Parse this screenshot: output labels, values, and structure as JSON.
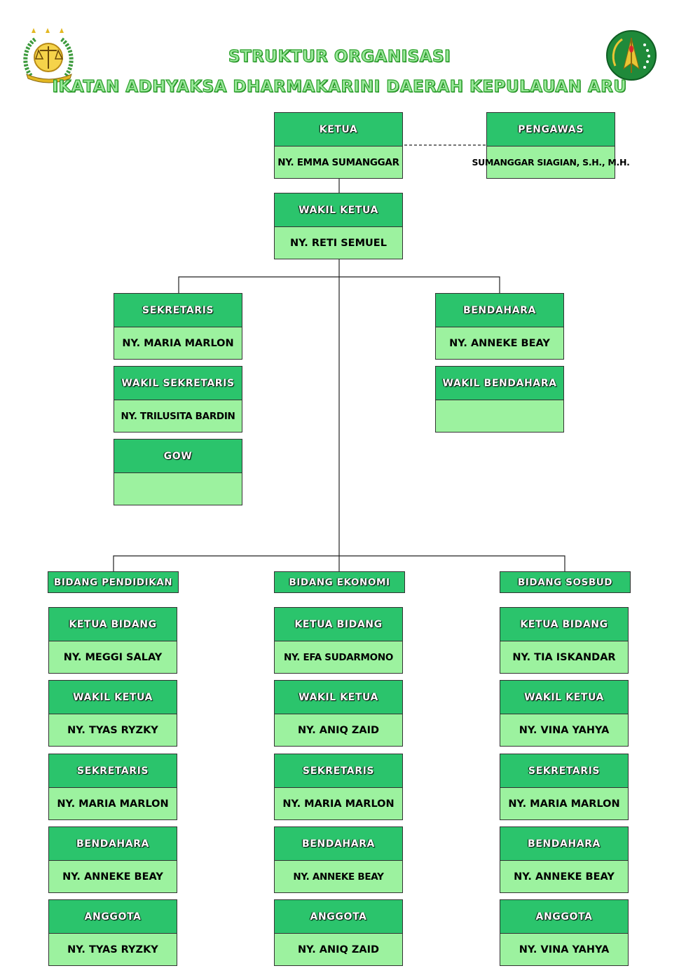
{
  "header": {
    "title_line1": "STRUKTUR ORGANISASI",
    "title_line2": "IKATAN ADHYAKSA DHARMAKARINI DAERAH KEPULAUAN ARU"
  },
  "logos": {
    "left": "kejaksaan-emblem-icon",
    "right": "adhyaksa-dharmakarini-emblem-icon",
    "accent": "#2bc46c",
    "light": "#9cf29f"
  },
  "top": {
    "ketua": {
      "role": "KETUA",
      "name": "NY. EMMA SUMANGGAR"
    },
    "pengawas": {
      "role": "PENGAWAS",
      "name": "SUMANGGAR SIAGIAN, S.H., M.H."
    },
    "wakil_ketua": {
      "role": "WAKIL KETUA",
      "name": "NY. RETI SEMUEL"
    }
  },
  "left_column": [
    {
      "role": "SEKRETARIS",
      "name": "NY. MARIA MARLON"
    },
    {
      "role": "WAKIL SEKRETARIS",
      "name": "NY. TRILUSITA BARDIN"
    },
    {
      "role": "GOW",
      "name": ""
    }
  ],
  "right_column": [
    {
      "role": "BENDAHARA",
      "name": "NY. ANNEKE BEAY"
    },
    {
      "role": "WAKIL BENDAHARA",
      "name": ""
    }
  ],
  "bidang": [
    {
      "label": "BIDANG PENDIDIKAN",
      "members": [
        {
          "role": "KETUA BIDANG",
          "name": "NY. MEGGI SALAY"
        },
        {
          "role": "WAKIL KETUA",
          "name": "NY. TYAS RYZKY"
        },
        {
          "role": "SEKRETARIS",
          "name": "NY. MARIA MARLON"
        },
        {
          "role": "BENDAHARA",
          "name": "NY. ANNEKE BEAY"
        },
        {
          "role": "ANGGOTA",
          "name": "NY. TYAS RYZKY"
        }
      ]
    },
    {
      "label": "BIDANG EKONOMI",
      "members": [
        {
          "role": "KETUA BIDANG",
          "name": "NY. EFA SUDARMONO"
        },
        {
          "role": "WAKIL KETUA",
          "name": "NY. ANIQ ZAID"
        },
        {
          "role": "SEKRETARIS",
          "name": "NY. MARIA MARLON"
        },
        {
          "role": "BENDAHARA",
          "name": "NY. ANNEKE BEAY"
        },
        {
          "role": "ANGGOTA",
          "name": "NY. ANIQ ZAID"
        }
      ]
    },
    {
      "label": "BIDANG SOSBUD",
      "members": [
        {
          "role": "KETUA BIDANG",
          "name": "NY. TIA ISKANDAR"
        },
        {
          "role": "WAKIL KETUA",
          "name": "NY. VINA YAHYA"
        },
        {
          "role": "SEKRETARIS",
          "name": "NY. MARIA MARLON"
        },
        {
          "role": "BENDAHARA",
          "name": "NY. ANNEKE BEAY"
        },
        {
          "role": "ANGGOTA",
          "name": "NY. VINA YAHYA"
        }
      ]
    }
  ]
}
